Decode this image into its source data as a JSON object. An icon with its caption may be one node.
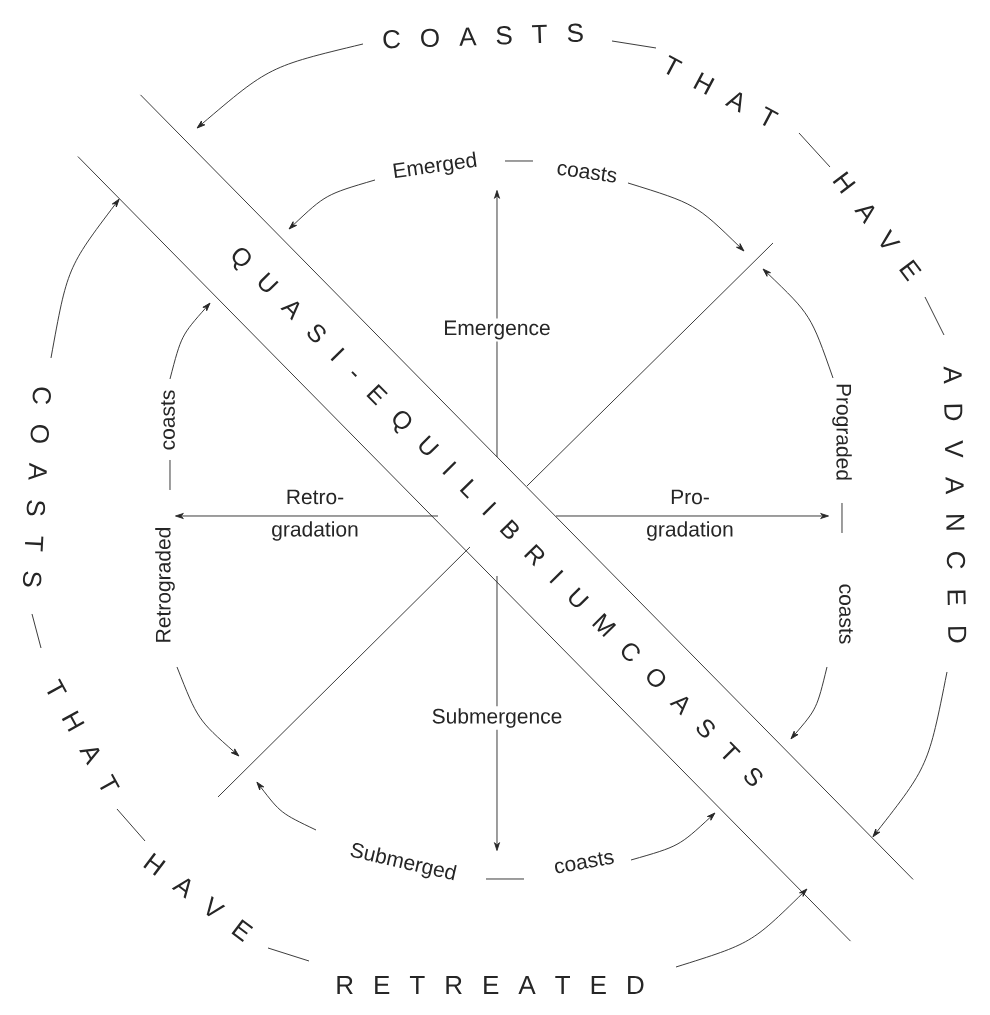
{
  "diagram": {
    "nodes": [
      {
        "text": [
          "Q U A S I - E Q U I L I B R I U M C O A S T S"
        ]
      }
    ],
    "labels": [
      "C O A S T S",
      "T H A T",
      "H A V E",
      "A D V A N C E D",
      "Emerged",
      "coasts",
      "Emergence",
      "Prograded",
      "C O A S T S",
      "coasts",
      "Retrograded",
      "Retro-",
      "gradation",
      "Pro-",
      "gradation",
      "coasts",
      "Submergence",
      "T H A T",
      "Submerged",
      "coasts",
      "H A V E",
      "R E T R E A T E D"
    ]
  }
}
